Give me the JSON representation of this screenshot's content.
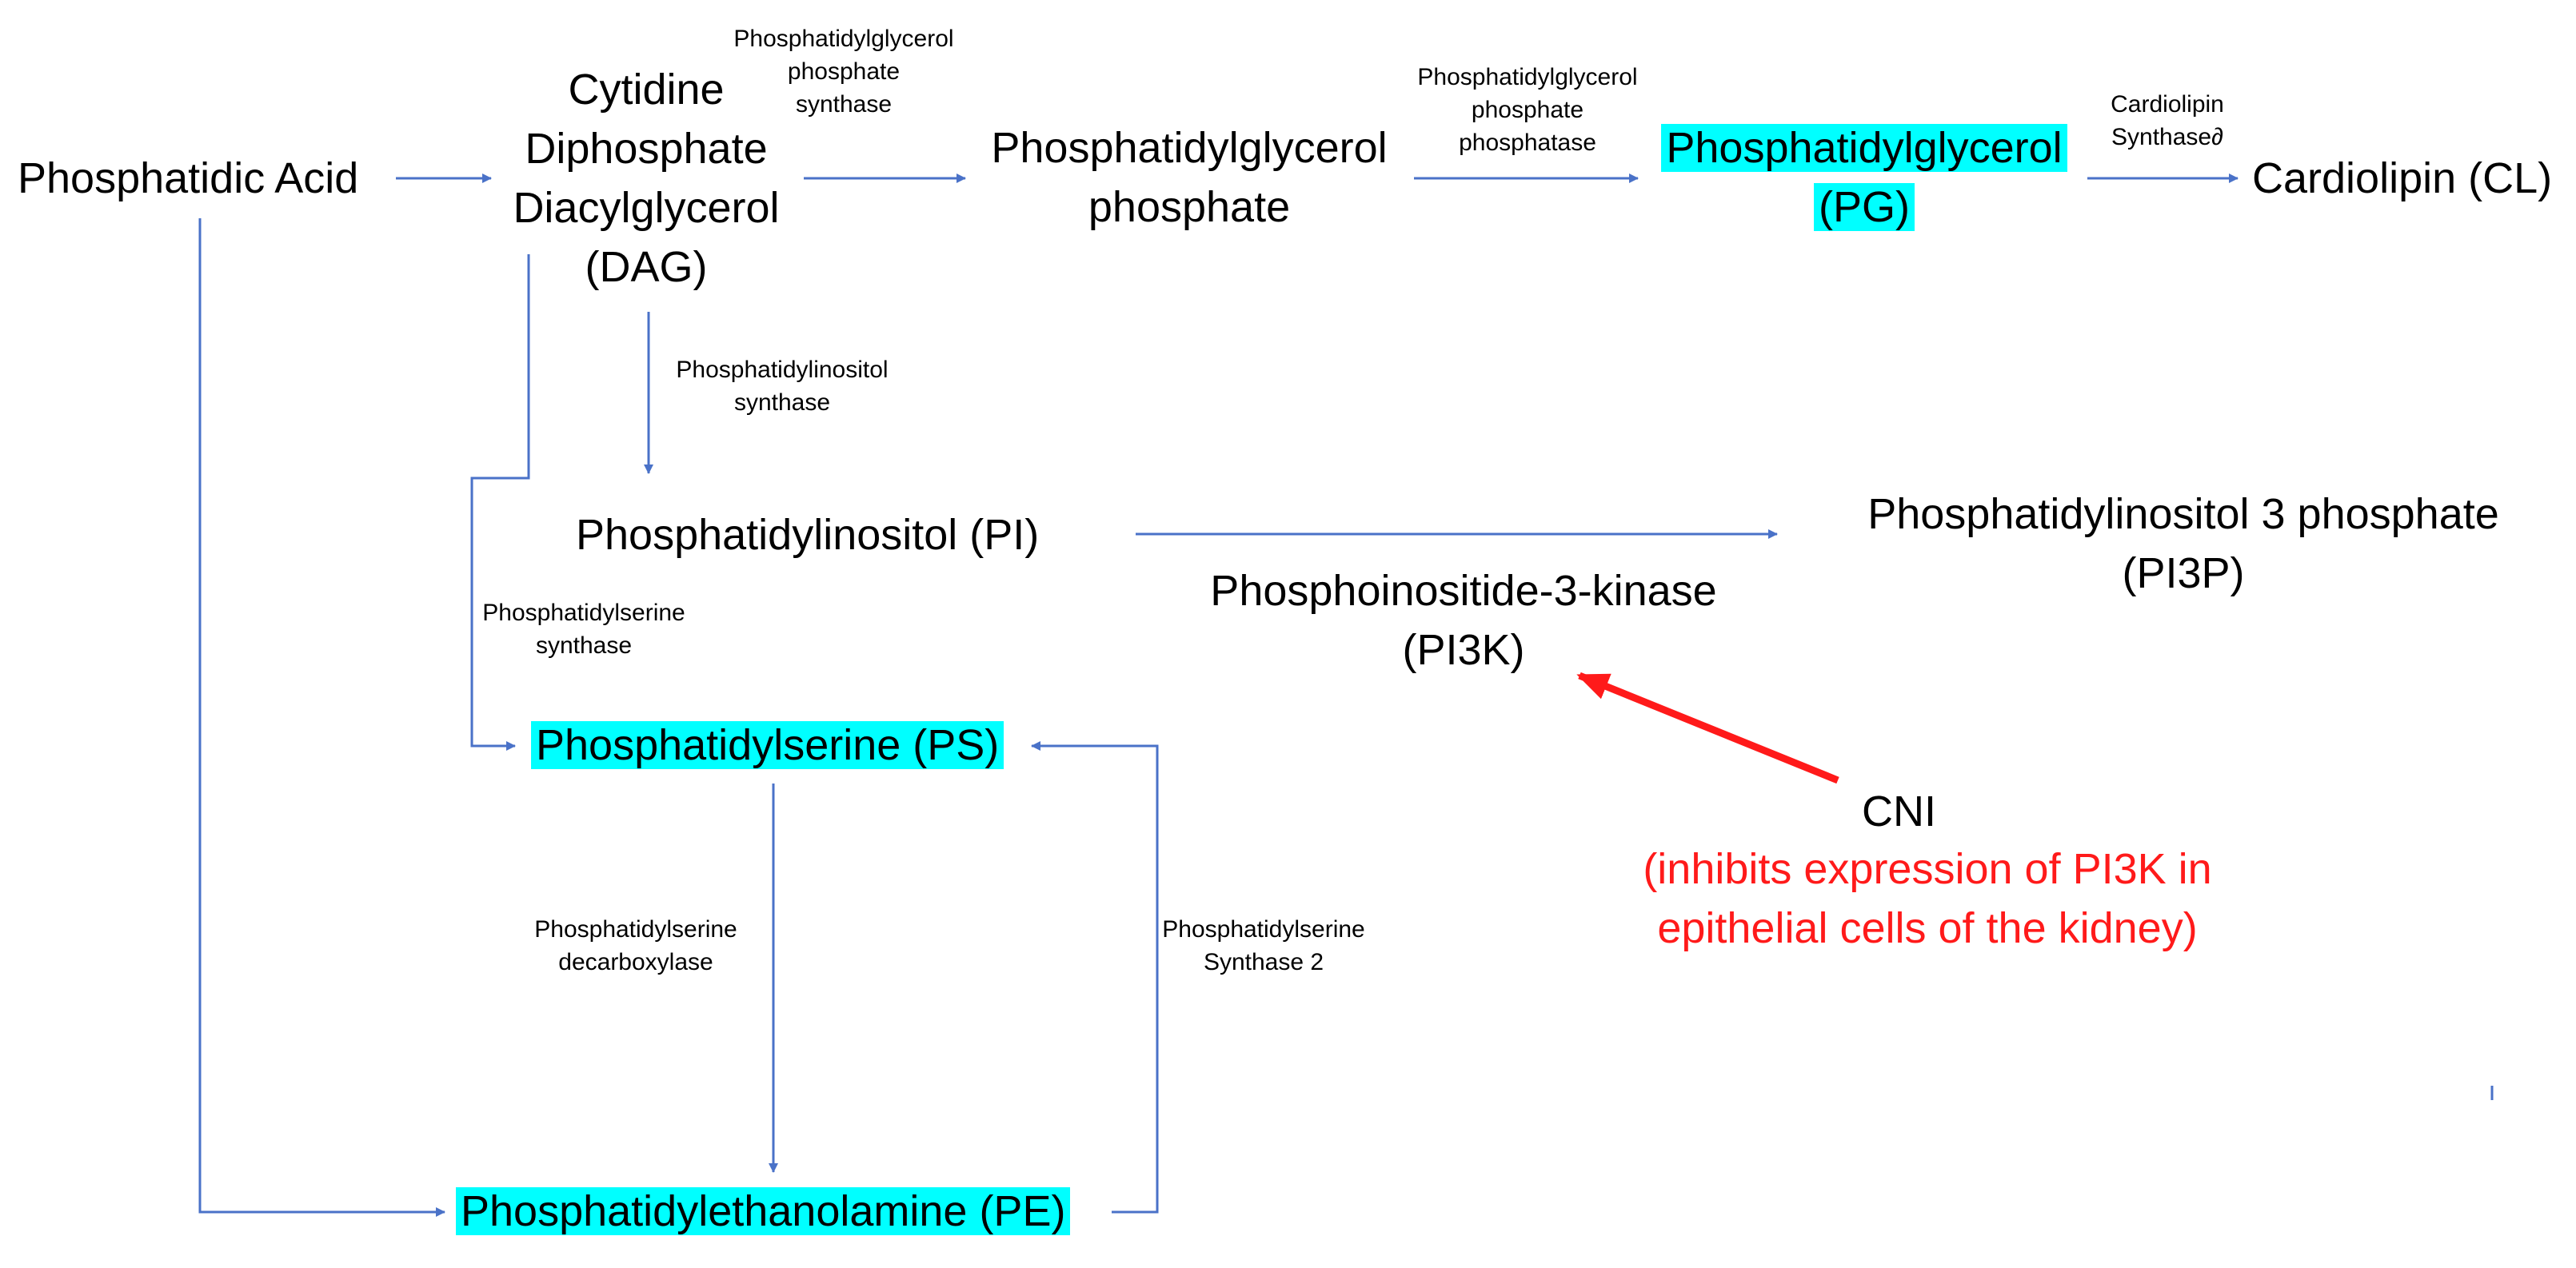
{
  "colors": {
    "arrow": "#4a72c8",
    "highlight": "#00ffff",
    "inhibition": "#ff1a1a",
    "text": "#000000"
  },
  "nodes": {
    "phosphatidic_acid": {
      "lines": [
        "Phosphatidic Acid"
      ]
    },
    "cdp_dag": {
      "lines": [
        "Cytidine",
        "Diphosphate",
        "Diacylglycerol",
        "(DAG)"
      ]
    },
    "pgp": {
      "lines": [
        "Phosphatidylglycerol",
        "phosphate"
      ]
    },
    "pg": {
      "lines": [
        "Phosphatidylglycerol",
        "(PG)"
      ],
      "highlighted": true
    },
    "cl": {
      "lines": [
        "Cardiolipin (CL)"
      ]
    },
    "pi": {
      "lines": [
        "Phosphatidylinositol (PI)"
      ]
    },
    "pi3p": {
      "lines": [
        "Phosphatidylinositol 3 phosphate",
        "(PI3P)"
      ]
    },
    "pi3k": {
      "lines": [
        "Phosphoinositide-3-kinase",
        "(PI3K)"
      ]
    },
    "ps": {
      "lines": [
        "Phosphatidylserine (PS)"
      ],
      "highlighted": true
    },
    "pe": {
      "lines": [
        "Phosphatidylethanolamine (PE)"
      ],
      "highlighted": true
    },
    "cni": {
      "lines": [
        "CNI"
      ]
    },
    "cni_note": {
      "lines": [
        "(inhibits expression of PI3K in",
        "epithelial cells of the kidney)"
      ]
    }
  },
  "enzymes": {
    "pgp_synthase": {
      "lines": [
        "Phosphatidylglycerol",
        "phosphate",
        "synthase"
      ]
    },
    "pgp_phosphatase": {
      "lines": [
        "Phosphatidylglycerol",
        "phosphate",
        "phosphatase"
      ]
    },
    "cl_synthase": {
      "lines": [
        "Cardiolipin",
        "Synthase∂"
      ]
    },
    "pi_synthase": {
      "lines": [
        "Phosphatidylinositol",
        "synthase"
      ]
    },
    "ps_synthase": {
      "lines": [
        "Phosphatidylserine",
        "synthase"
      ]
    },
    "ps_decarboxylase": {
      "lines": [
        "Phosphatidylserine",
        "decarboxylase"
      ]
    },
    "ps_synthase_2": {
      "lines": [
        "Phosphatidylserine",
        "Synthase 2"
      ]
    }
  }
}
